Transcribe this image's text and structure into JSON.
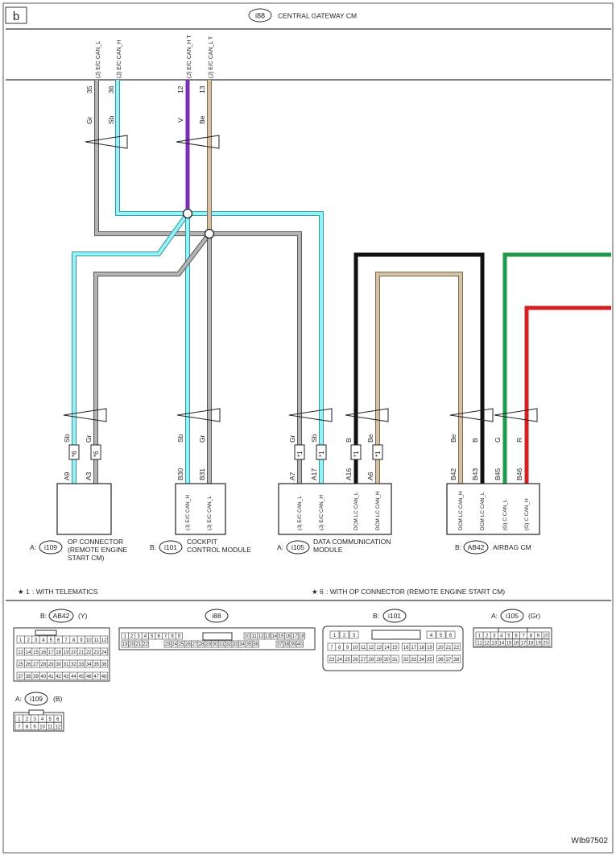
{
  "page_label": "b",
  "gateway": {
    "connector": "i88",
    "name": "CENTRAL GATEWAY CM"
  },
  "top_pins": [
    {
      "signal": "(J) E/C CAN_L",
      "pin": "35",
      "color": "Gr",
      "hex": "#a0a0a0"
    },
    {
      "signal": "(J) E/C CAN_H",
      "pin": "36",
      "color": "Sb",
      "hex": "#5fd3dc"
    },
    {
      "signal": "(J) E/C CAN_H T",
      "pin": "12",
      "color": "V",
      "hex": "#7b2fb5"
    },
    {
      "signal": "(J) E/C CAN_L T",
      "pin": "13",
      "color": "Be",
      "hex": "#c8b08c"
    }
  ],
  "bottom_pins": [
    {
      "pin": "A9",
      "color": "Sb",
      "note": "*6"
    },
    {
      "pin": "A3",
      "color": "Gr",
      "note": "*6"
    },
    {
      "pin": "B30",
      "color": "Sb",
      "note": ""
    },
    {
      "pin": "B31",
      "color": "Gr",
      "note": ""
    },
    {
      "pin": "A7",
      "color": "Gr",
      "note": "*1"
    },
    {
      "pin": "A17",
      "color": "Sb",
      "note": "*1"
    },
    {
      "pin": "A16",
      "color": "B",
      "note": "*1"
    },
    {
      "pin": "A6",
      "color": "Be",
      "note": "*1"
    },
    {
      "pin": "B42",
      "color": "Be",
      "note": ""
    },
    {
      "pin": "B43",
      "color": "B",
      "note": ""
    },
    {
      "pin": "B45",
      "color": "G",
      "note": ""
    },
    {
      "pin": "B46",
      "color": "R",
      "note": ""
    }
  ],
  "module_signals": {
    "cockpit": [
      "(J) E/C CAN_H",
      "(J) E/C CAN_L"
    ],
    "dcm": [
      "(J) E/C CAN_L",
      "(J) E/C CAN_H",
      "DCM LC CAN_L",
      "DCM LC CAN_H"
    ],
    "airbag": [
      "DCM LC CAN_H",
      "DCM LC CAN_L",
      "(G) C CAN_L",
      "(G) C CAN_H"
    ]
  },
  "modules": [
    {
      "prefix": "A:",
      "connector": "i109",
      "name": [
        "OP CONNECTOR",
        "(REMOTE ENGINE",
        "START CM)"
      ]
    },
    {
      "prefix": "B:",
      "connector": "i101",
      "name": [
        "COCKPIT",
        "CONTROL MODULE"
      ]
    },
    {
      "prefix": "A:",
      "connector": "i105",
      "name": [
        "DATA COMMUNICATION",
        "MODULE"
      ]
    },
    {
      "prefix": "B:",
      "connector": "AB42",
      "name": [
        "AIRBAG CM"
      ]
    }
  ],
  "notes": [
    {
      "mark": "★ 1",
      "text": ": WITH TELEMATICS"
    },
    {
      "mark": "★ 6",
      "text": ": WITH OP CONNECTOR (REMOTE ENGINE START CM)"
    }
  ],
  "connector_views": [
    {
      "prefix": "B:",
      "id": "AB42",
      "color": "(Y)"
    },
    {
      "prefix": "",
      "id": "i88",
      "color": ""
    },
    {
      "prefix": "B:",
      "id": "i101",
      "color": ""
    },
    {
      "prefix": "A:",
      "id": "i105",
      "color": "(Gr)"
    },
    {
      "prefix": "A:",
      "id": "i109",
      "color": "(B)"
    }
  ],
  "connector_pins": {
    "ab42_rows": [
      [
        "1",
        "2",
        "3",
        "4",
        "5",
        "6",
        "7",
        "8",
        "9",
        "10",
        "11",
        "12"
      ],
      [
        "13",
        "14",
        "15",
        "16",
        "17",
        "18",
        "19",
        "20",
        "21",
        "22",
        "23",
        "24"
      ],
      [
        "25",
        "26",
        "27",
        "28",
        "29",
        "30",
        "31",
        "32",
        "33",
        "34",
        "35",
        "36"
      ],
      [
        "37",
        "38",
        "39",
        "40",
        "41",
        "42",
        "43",
        "44",
        "45",
        "46",
        "47",
        "48"
      ]
    ],
    "i88_row1": [
      "1",
      "2",
      "3",
      "4",
      "5",
      "6",
      "7",
      "8",
      "9",
      "10",
      "11",
      "12",
      "13",
      "14",
      "15",
      "16",
      "17",
      "18"
    ],
    "i88_row2": [
      "19",
      "20",
      "21",
      "22",
      "23",
      "24",
      "25",
      "26",
      "27",
      "28",
      "29",
      "30",
      "31",
      "32",
      "33",
      "34",
      "35",
      "36",
      "37",
      "38",
      "39",
      "40"
    ],
    "i101_rows": [
      [
        "1",
        "2",
        "3",
        "4",
        "5",
        "6"
      ],
      [
        "7",
        "8",
        "9",
        "10",
        "11",
        "12",
        "13",
        "14",
        "15",
        "16",
        "17",
        "18",
        "19",
        "20",
        "21",
        "22"
      ],
      [
        "23",
        "24",
        "25",
        "26",
        "27",
        "28",
        "29",
        "30",
        "31",
        "32",
        "33",
        "34",
        "35",
        "36",
        "37",
        "38"
      ]
    ],
    "i105_rows": [
      [
        "1",
        "2",
        "3",
        "4",
        "5",
        "6",
        "7",
        "8",
        "9",
        "10"
      ],
      [
        "11",
        "12",
        "13",
        "14",
        "15",
        "16",
        "17",
        "18",
        "19",
        "20"
      ]
    ],
    "i109_rows": [
      [
        "1",
        "2",
        "3",
        "4",
        "5",
        "6"
      ],
      [
        "7",
        "8",
        "9",
        "10",
        "11",
        "12"
      ]
    ]
  },
  "wire_colors": {
    "Sb": "#5fd3dc",
    "Gr": "#a0a0a0",
    "V": "#7b2fb5",
    "Be": "#c8b08c",
    "B": "#111111",
    "G": "#1e9a4a",
    "R": "#d42020"
  },
  "diagram_id": "WIb97502"
}
